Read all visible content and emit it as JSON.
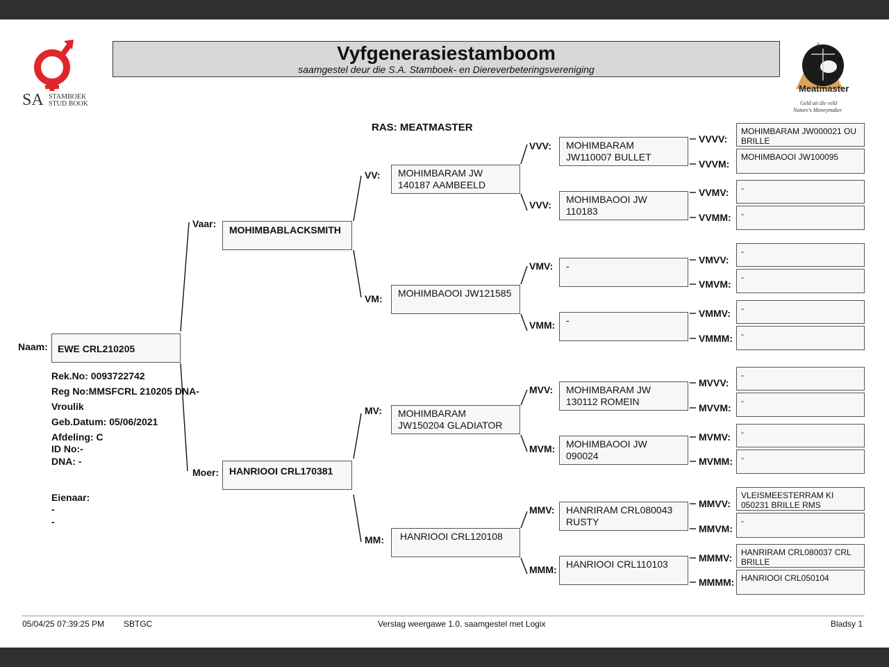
{
  "header": {
    "title": "Vyfgenerasiestamboom",
    "subtitle": "saamgestel deur die S.A. Stamboek- en Diereverbeteringsvereniging",
    "logo_left_text": {
      "sa": "SA",
      "line1": "STAMBOEK",
      "line2": "STUD BOOK"
    },
    "logo_right_text": {
      "brand": "Meatmaster",
      "tag1": "Geld uit die veld",
      "tag2": "Nature's Moneymaker"
    }
  },
  "breed": "RAS: MEATMASTER",
  "animal": {
    "name_label": "Naam:",
    "name": "EWE CRL210205",
    "details": [
      "Rek.No: 0093722742",
      "Reg No:MMSFCRL 210205 DNA-",
      "Vroulik",
      "Geb.Datum: 05/06/2021",
      "Afdeling: C",
      "ID No:-",
      "DNA: -"
    ],
    "owner_label": "Eienaar:",
    "owner_lines": [
      "-",
      "-"
    ]
  },
  "parents": {
    "sire_label": "Vaar:",
    "sire": "MOHIMBABLACKSMITH",
    "dam_label": "Moer:",
    "dam": "HANRIOOI CRL170381"
  },
  "grandparents": [
    {
      "label": "VV:",
      "name": "MOHIMBARAM JW 140187 AAMBEELD"
    },
    {
      "label": "VM:",
      "name": "MOHIMBAOOI JW121585"
    },
    {
      "label": "MV:",
      "name": "MOHIMBARAM JW150204 GLADIATOR"
    },
    {
      "label": "MM:",
      "name": "HANRIOOI CRL120108"
    }
  ],
  "great_grandparents": [
    {
      "label": "VVV:",
      "name": "MOHIMBARAM JW110007 BULLET"
    },
    {
      "label": "VVV:",
      "name": "MOHIMBAOOI JW 110183"
    },
    {
      "label": "VMV:",
      "name": "-"
    },
    {
      "label": "VMM:",
      "name": "-"
    },
    {
      "label": "MVV:",
      "name": "MOHIMBARAM JW 130112 ROMEIN"
    },
    {
      "label": "MVM:",
      "name": "MOHIMBAOOI JW 090024"
    },
    {
      "label": "MMV:",
      "name": "HANRIRAM CRL080043 RUSTY"
    },
    {
      "label": "MMM:",
      "name": "HANRIOOI CRL110103"
    }
  ],
  "gen4": [
    {
      "label": "VVVV:",
      "name": "MOHIMBARAM JW000021 OU BRILLE"
    },
    {
      "label": "VVVM:",
      "name": "MOHIMBAOOI JW100095"
    },
    {
      "label": "VVMV:",
      "name": "-"
    },
    {
      "label": "VVMM:",
      "name": "-"
    },
    {
      "label": "VMVV:",
      "name": "-"
    },
    {
      "label": "VMVM:",
      "name": "-"
    },
    {
      "label": "VMMV:",
      "name": "-"
    },
    {
      "label": "VMMM:",
      "name": "-"
    },
    {
      "label": "MVVV:",
      "name": "-"
    },
    {
      "label": "MVVM:",
      "name": "-"
    },
    {
      "label": "MVMV:",
      "name": "-"
    },
    {
      "label": "MVMM:",
      "name": "-"
    },
    {
      "label": "MMVV:",
      "name": "VLEISMEESTERRAM KI 050231 BRILLE RMS"
    },
    {
      "label": "MMVM:",
      "name": "-"
    },
    {
      "label": "MMMV:",
      "name": "HANRIRAM CRL080037 CRL BRILLE"
    },
    {
      "label": "MMMM:",
      "name": "HANRIOOI CRL050104"
    }
  ],
  "footer": {
    "datetime": "05/04/25 07:39:25 PM",
    "org": "SBTGC",
    "report": "Verslag weergawe 1.0. saamgestel met Logix",
    "page": "Bladsy 1"
  }
}
